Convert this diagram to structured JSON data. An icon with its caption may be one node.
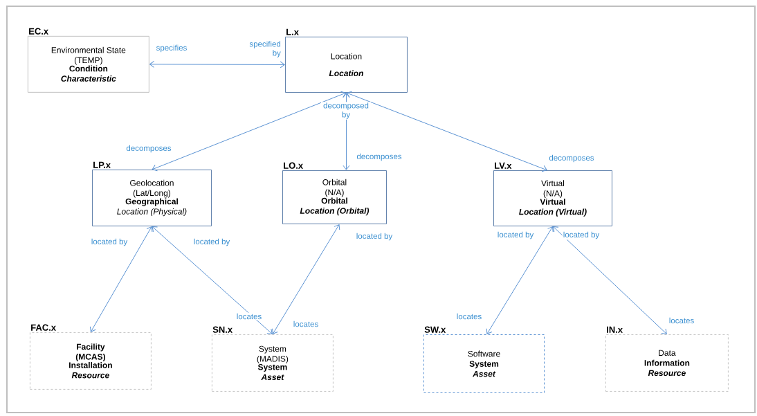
{
  "diagram": {
    "nodes": [
      {
        "text": [
          "EC.x",
          "Environmental State (TEMP)",
          "Condition",
          "Characteristic"
        ]
      },
      {
        "text": [
          "L.x",
          "Location",
          "Location"
        ]
      },
      {
        "text": [
          "LP.x",
          "Geolocation (Lat/Long)",
          "Geographical",
          "Location (Physical)"
        ]
      },
      {
        "text": [
          "LO.x",
          "Orbital (N/A)",
          "Orbital",
          "Location (Orbital)"
        ]
      },
      {
        "text": [
          "LV.x",
          "Virtual (N/A)",
          "Virtual",
          "Location (Virtual)"
        ]
      },
      {
        "text": [
          "FAC.x",
          "Facility (MCAS)",
          "Installation",
          "Resource"
        ]
      },
      {
        "text": [
          "SN.x",
          "System (MADIS)",
          "System",
          "Asset"
        ]
      },
      {
        "text": [
          "SW.x",
          "Software",
          "System",
          "Asset"
        ]
      },
      {
        "text": [
          "IN.x",
          "Data",
          "Information",
          "Resource"
        ]
      }
    ],
    "edges": [
      {
        "from": 0,
        "to": 1,
        "arrow": "both",
        "label": "specifies"
      },
      {
        "from": 1,
        "to": 2,
        "arrow": "both",
        "label": "decomposes"
      },
      {
        "from": 1,
        "to": 3,
        "arrow": "both",
        "label": "decomposes"
      },
      {
        "from": 1,
        "to": 4,
        "arrow": "both",
        "label": "decomposes"
      },
      {
        "from": 2,
        "to": 5,
        "arrow": "both",
        "label": "located by"
      },
      {
        "from": 2,
        "to": 6,
        "arrow": "both",
        "label": "locates"
      },
      {
        "from": 3,
        "to": 6,
        "arrow": "both",
        "label": "locates"
      },
      {
        "from": 4,
        "to": 7,
        "arrow": "both",
        "label": "locates"
      },
      {
        "from": 4,
        "to": 8,
        "arrow": "both",
        "label": "locates"
      }
    ],
    "labels": [
      "specified by",
      "decomposed by",
      "located by",
      "located by",
      "located by",
      "located by"
    ]
  }
}
